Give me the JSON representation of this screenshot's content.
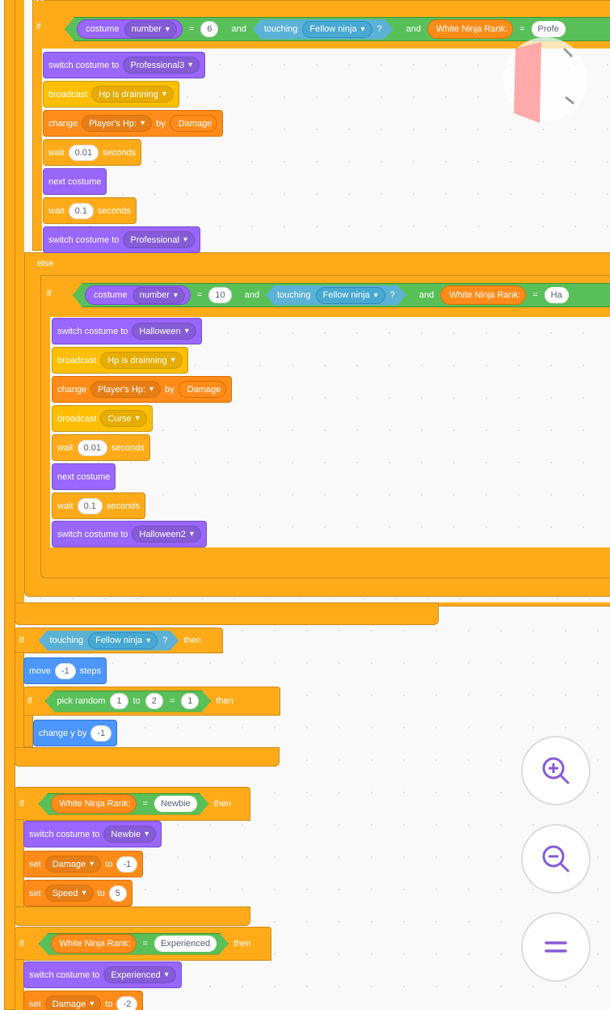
{
  "block": {
    "if": "if",
    "else": "else",
    "then": "then",
    "and": "and",
    "eq": "=",
    "q": "?",
    "costume": "costume",
    "touching": "touching",
    "switch_costume_to": "switch costume to",
    "broadcast": "broadcast",
    "change": "change",
    "by": "by",
    "wait": "wait",
    "seconds": "seconds",
    "next_costume": "next costume",
    "move": "move",
    "steps": "steps",
    "pick_random": "pick random",
    "to": "to",
    "change_y_by": "change y by",
    "set": "set"
  },
  "menus": {
    "number": "number",
    "fellow_ninja": "Fellow ninja",
    "hp_draining": "Hp is drainning",
    "players_hp": "Player's Hp:",
    "damage": "Damage",
    "speed": "Speed",
    "curse": "Curse",
    "white_ninja_rank": "White Ninja Rank:"
  },
  "costumes": {
    "professional3": "Professional3",
    "professional": "Professional",
    "halloween": "Halloween",
    "halloween2": "Halloween2",
    "newbie": "Newbie",
    "experienced": "Experienced"
  },
  "values": {
    "n6": "6",
    "n10": "10",
    "w001": "0.01",
    "w01": "0.1",
    "neg1": "-1",
    "r1": "1",
    "r2": "2",
    "eq1": "1",
    "neg2": "-2",
    "five": "5",
    "prof_cut": "Profe",
    "ha_cut": "Ha",
    "newbie": "Newbie",
    "experienced": "Experienced"
  },
  "zoom": {
    "in_icon": "zoom-in-icon",
    "out_icon": "zoom-out-icon",
    "reset_icon": "zoom-reset-icon"
  }
}
